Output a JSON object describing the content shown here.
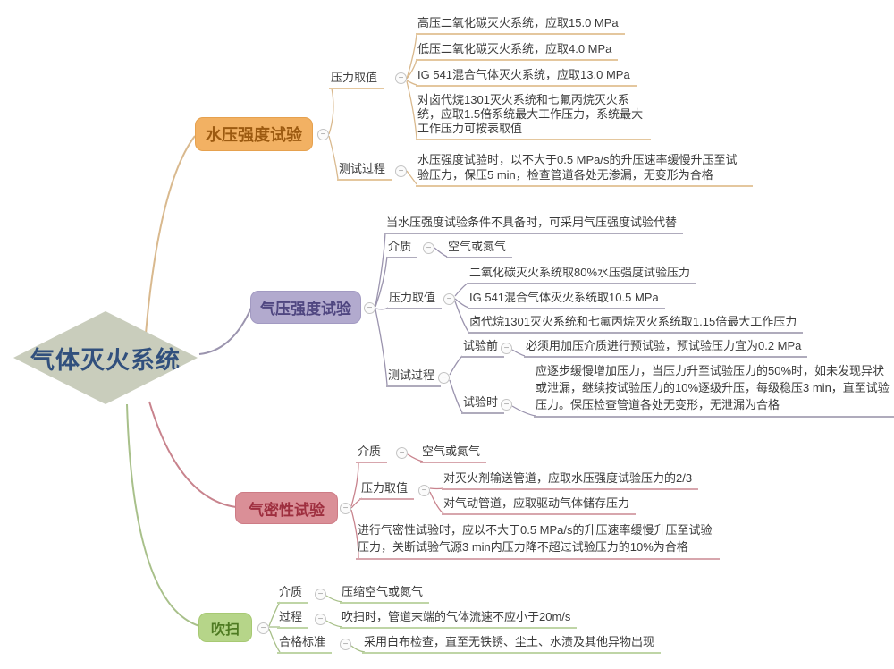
{
  "root": {
    "label": "气体灭火系统"
  },
  "icons": {
    "collapse": "−"
  },
  "colors": {
    "b1_node": "#F2B163",
    "b1_text": "#9C5A10",
    "b1_line": "#D9B98E",
    "b1_rule": "#E4C79E",
    "b2_node": "#B2AACE",
    "b2_text": "#4F4680",
    "b2_line": "#9B94AE",
    "b2_rule": "#AFABBC",
    "b3_node": "#DA8F97",
    "b3_text": "#9E2F3F",
    "b3_line": "#C8838D",
    "b3_rule": "#D7A6AD",
    "b4_node": "#B6D589",
    "b4_text": "#4E7A22",
    "b4_line": "#A8C08A",
    "b4_rule": "#BFD5A6",
    "root_bg": "#C9CDBC",
    "root_text": "#31507D",
    "text": "#3B3B3B"
  },
  "branch1": {
    "title": "水压强度试验",
    "pressure_label": "压力取值",
    "pressure_items": [
      "高压二氧化碳灭火系统，应取15.0 MPa",
      "低压二氧化碳灭火系统，应取4.0 MPa",
      "IG 541混合气体灭火系统，应取13.0 MPa",
      "对卤代烷1301灭火系统和七氟丙烷灭火系统，应取1.5倍系统最大工作压力，系统最大工作压力可按表取值"
    ],
    "process_label": "测试过程",
    "process_text": "水压强度试验时，以不大于0.5 MPa/s的升压速率缓慢升压至试验压力，保压5 min，检查管道各处无渗漏，无变形为合格"
  },
  "branch2": {
    "title": "气压强度试验",
    "intro": "当水压强度试验条件不具备时，可采用气压强度试验代替",
    "medium_label": "介质",
    "medium_value": "空气或氮气",
    "pressure_label": "压力取值",
    "pressure_items": [
      "二氧化碳灭火系统取80%水压强度试验压力",
      "IG 541混合气体灭火系统取10.5 MPa",
      "卤代烷1301灭火系统和七氟丙烷灭火系统取1.15倍最大工作压力"
    ],
    "process_label": "测试过程",
    "before_label": "试验前",
    "before_text": "必须用加压介质进行预试验，预试验压力宜为0.2 MPa",
    "during_label": "试验时",
    "during_text": "应逐步缓慢增加压力，当压力升至试验压力的50%时，如未发现异状或泄漏，继续按试验压力的10%逐级升压，每级稳压3 min，直至试验压力。保压检查管道各处无变形，无泄漏为合格"
  },
  "branch3": {
    "title": "气密性试验",
    "medium_label": "介质",
    "medium_value": "空气或氮气",
    "pressure_label": "压力取值",
    "pressure_items": [
      "对灭火剂输送管道，应取水压强度试验压力的2/3",
      "对气动管道，应取驱动气体储存压力"
    ],
    "outro": "进行气密性试验时，应以不大于0.5 MPa/s的升压速率缓慢升压至试验压力，关断试验气源3 min内压力降不超过试验压力的10%为合格"
  },
  "branch4": {
    "title": "吹扫",
    "medium_label": "介质",
    "medium_value": "压缩空气或氮气",
    "process_label": "过程",
    "process_value": "吹扫时，管道末端的气体流速不应小于20m/s",
    "standard_label": "合格标准",
    "standard_value": "采用白布检查，直至无铁锈、尘土、水渍及其他异物出现"
  }
}
